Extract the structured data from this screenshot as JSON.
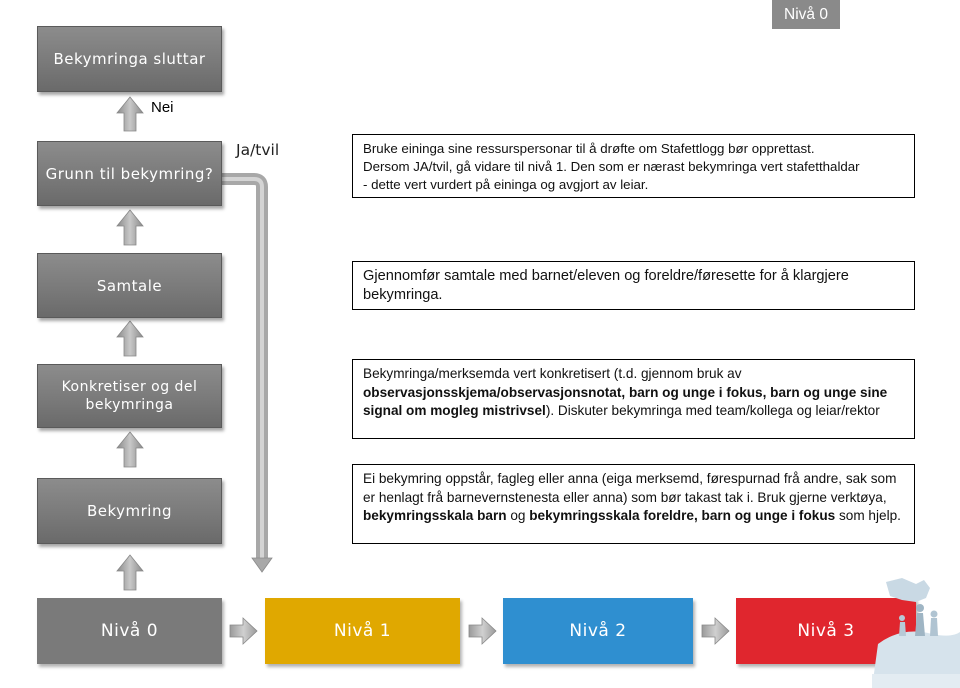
{
  "badge": "Nivå 0",
  "stages": {
    "sluttar": "Bekymringa sluttar",
    "nei": "Nei",
    "grunn": "Grunn til bekymring?",
    "ja_tvil": "Ja/tvil",
    "samtale": "Samtale",
    "konkretiser": "Konkretiser og del bekymringa",
    "bekymring": "Bekymring"
  },
  "descriptions": {
    "grunn": {
      "line1": "Bruke eininga sine ressurspersonar til å drøfte om Stafettlogg bør opprettast.",
      "line2": "Dersom JA/tvil, gå vidare til nivå 1. Den som er nærast bekymringa vert stafetthaldar",
      "line3": "- dette vert vurdert på eininga og avgjort av leiar."
    },
    "samtale": "Gjennomfør samtale med barnet/eleven og foreldre/føresette for å klargjere bekymringa.",
    "konkretiser": {
      "t1": "Bekymringa/merksemda vert konkretisert (t.d. gjennom bruk av ",
      "b1": "observasjonsskjema/observasjonsnotat, barn og unge i fokus, barn og unge sine signal om mogleg mistrivsel",
      "t2": "). Diskuter bekymringa med team/kollega og leiar/rektor"
    },
    "bekymring": {
      "t1": "Ei bekymring oppstår, fagleg eller anna (eiga merksemd, førespurnad frå andre, sak som er henlagt frå barnevernstenesta eller anna) som bør takast tak i. Bruk gjerne verktøya, ",
      "b1": "bekymringsskala barn",
      "t2": " og ",
      "b2": "bekymringsskala foreldre, barn og unge i fokus",
      "t3": " som hjelp."
    }
  },
  "levels": [
    {
      "label": "Nivå 0",
      "color": "#7a7a7a"
    },
    {
      "label": "Nivå 1",
      "color": "#e0a800"
    },
    {
      "label": "Nivå 2",
      "color": "#2f8fd0"
    },
    {
      "label": "Nivå 3",
      "color": "#e0262e"
    }
  ]
}
